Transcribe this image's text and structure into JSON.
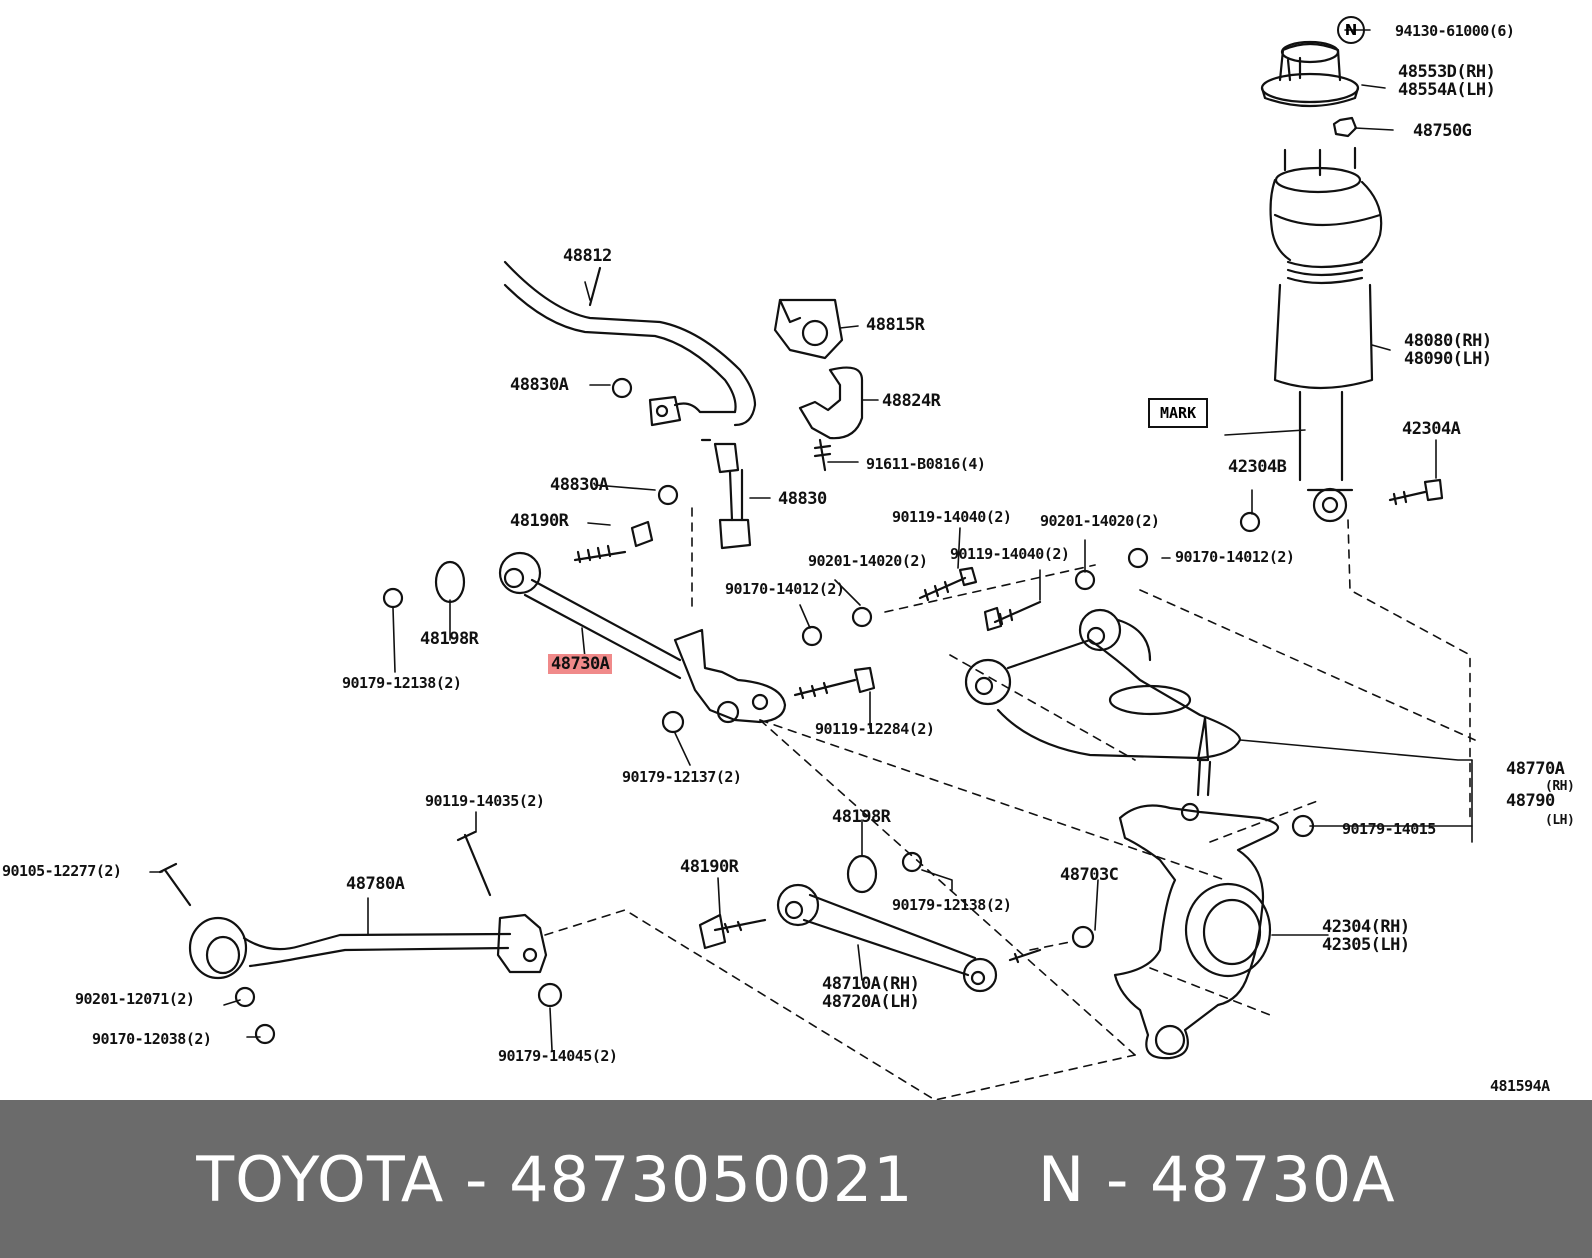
{
  "diagram": {
    "labels": {
      "p94130": "94130-61000(6)",
      "p48553D": "48553D(RH)",
      "p48554A": "48554A(LH)",
      "p48750G": "48750G",
      "p48812": "48812",
      "p48815R": "48815R",
      "p48080": "48080(RH)",
      "p48090": "48090(LH)",
      "p48830A_1": "48830A",
      "p48824R": "48824R",
      "p91611": "91611-B0816(4)",
      "p48830A_2": "48830A",
      "p48830": "48830",
      "p42304A": "42304A",
      "p42304B": "42304B",
      "p48190R_1": "48190R",
      "p90119_14040_a": "90119-14040(2)",
      "p90201_14020_a": "90201-14020(2)",
      "p90201_14020_b": "90201-14020(2)",
      "p90119_14040_b": "90119-14040(2)",
      "p90170_14012_a": "90170-14012(2)",
      "p90170_14012_b": "90170-14012(2)",
      "p48198R_1": "48198R",
      "p90179_12138_a": "90179-12138(2)",
      "p48730A": "48730A",
      "p90119_12284": "90119-12284(2)",
      "p90179_12137": "90179-12137(2)",
      "p48770A": "48770A",
      "p48770A_rh": "(RH)",
      "p48790": "48790",
      "p48790_lh": "(LH)",
      "p90179_14015": "90179-14015",
      "p90119_14035": "90119-14035(2)",
      "p48198R_2": "48198R",
      "p90105_12277": "90105-12277(2)",
      "p48780A": "48780A",
      "p48190R_2": "48190R",
      "p48703C": "48703C",
      "p90179_12138_b": "90179-12138(2)",
      "p42304": "42304(RH)",
      "p42305": "42305(LH)",
      "p90201_12071": "90201-12071(2)",
      "p48710A": "48710A(RH)",
      "p48720A": "48720A(LH)",
      "p90170_12038": "90170-12038(2)",
      "p90179_14045": "90179-14045(2)",
      "p481594A": "481594A"
    },
    "mark_label": "MARK",
    "n_symbol": "N"
  },
  "footer": {
    "brand": "TOYOTA",
    "sep1": " - ",
    "part_number": "4873050021",
    "gap": "      ",
    "ref_prefix": "N",
    "sep2": " - ",
    "ref_code": "48730A"
  }
}
